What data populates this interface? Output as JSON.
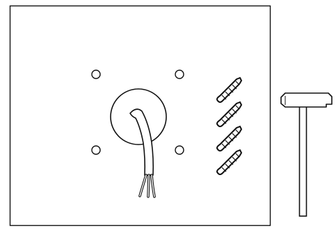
{
  "diagram": {
    "wall_plate": "wall-panel",
    "mounting_holes": [
      "top-left",
      "top-right",
      "bottom-left",
      "bottom-right"
    ],
    "cable_outlet": "round-opening-with-cable",
    "cable_wire_count": 3,
    "wall_plugs": 4,
    "tool": "hammer"
  }
}
